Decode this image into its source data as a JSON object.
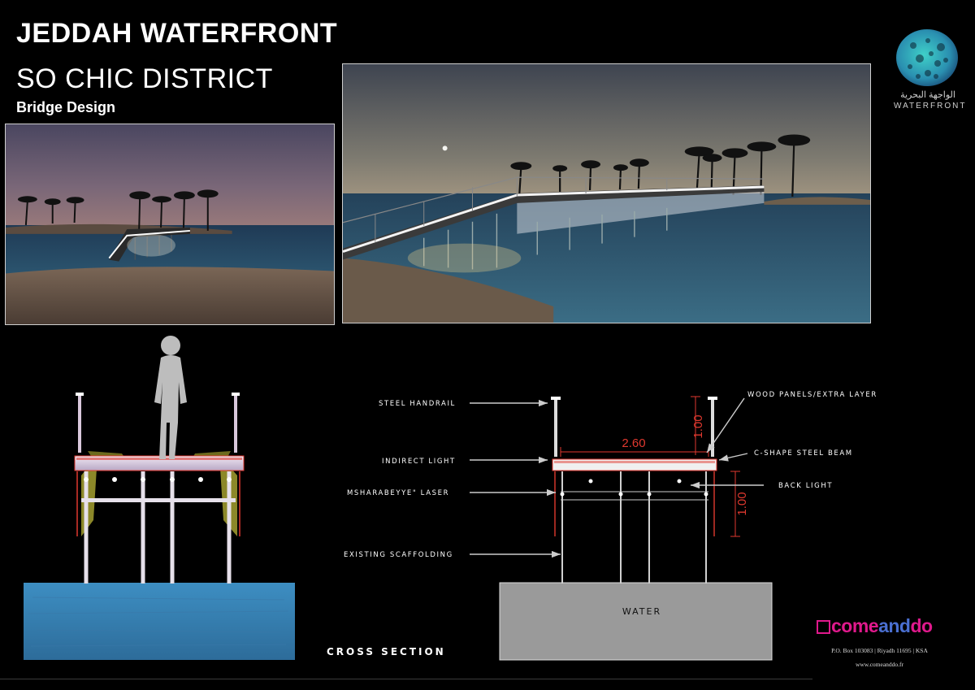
{
  "header": {
    "title": "JEDDAH WATERFRONT",
    "subtitle": "SO CHIC DISTRICT",
    "section": "Bridge Design"
  },
  "logo": {
    "arabic": "الواجهة البحرية",
    "latin": "WATERFRONT",
    "icon": "globe-mosaic-icon"
  },
  "cross_section": {
    "title": "CROSS SECTION",
    "labels": {
      "steel_handrail": "STEEL HANDRAIL",
      "indirect_light": "INDIRECT LIGHT",
      "msharabeyye_laser": "MSHARABEYYE\" LASER",
      "existing_scaffolding": "EXISTING SCAFFOLDING",
      "wood_panels": "WOOD PANELS/EXTRA LAYER",
      "c_shape_beam": "C-SHAPE STEEL BEAM",
      "back_light": "BACK LIGHT",
      "water": "WATER"
    },
    "dimensions": {
      "deck_width": "2.60",
      "rail_height": "1.00",
      "lower_height": "1.00"
    },
    "dimension_color": "#e0392f"
  },
  "brand": {
    "name_part1": "come",
    "name_part2": "and",
    "name_part3": "do",
    "address": "P.O. Box 103083 | Riyadh 11695 | KSA",
    "website": "www.comeanddo.fr",
    "color_pink": "#e0198c",
    "color_blue": "#4a6fd1"
  }
}
